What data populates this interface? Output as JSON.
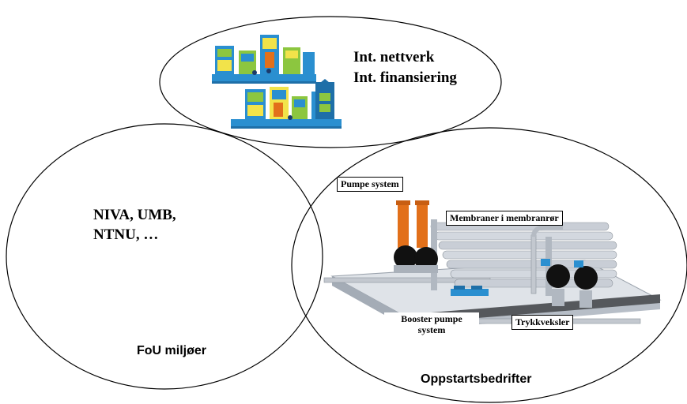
{
  "network_circle": {
    "line1": "Int. nettverk",
    "line2": "Int. finansiering"
  },
  "research_circle": {
    "names_line1": "NIVA, UMB,",
    "names_line2": "NTNU, …",
    "caption": "FoU miljøer"
  },
  "startup_circle": {
    "caption": "Oppstartsbedrifter",
    "callouts": {
      "pump_system": "Pumpe system",
      "membranes": "Membraner i membranrør",
      "booster_line1": "Booster pumpe",
      "booster_line2": "system",
      "pressure_exchanger": "Trykkveksler"
    }
  },
  "colors": {
    "outline": "#000000",
    "pump_orange": "#e2701a",
    "membrane_grey": "#c9ced6",
    "skid_grey": "#9aa2ac",
    "illustration_blue": "#2a8fd0",
    "illustration_green": "#8cc63f",
    "illustration_yellow": "#f2e34a"
  }
}
